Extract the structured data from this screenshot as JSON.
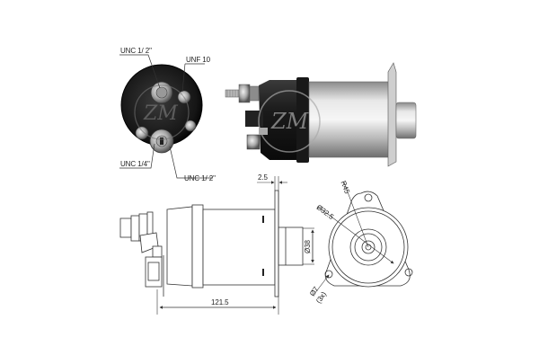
{
  "figure": {
    "subject": "starter solenoid",
    "watermark": "ZM logo",
    "photo_end_view": {
      "callouts": [
        {
          "id": "top_left_stud",
          "label": "UNC 1/ 2\""
        },
        {
          "id": "small_stud",
          "label": "UNF 10"
        },
        {
          "id": "bottom_left_stud",
          "label": "UNC 1/4\""
        },
        {
          "id": "bottom_stud",
          "label": "UNC 1/ 2\""
        }
      ]
    },
    "side_drawing": {
      "flange_thickness": "2.5",
      "overall_length": "121.5",
      "plunger_diameter": "Ø38"
    },
    "front_drawing": {
      "mount_radius": "R45",
      "bore_diameter": "Ø32.5",
      "hole_diameter": "Ø7",
      "hole_count": "(3x)"
    }
  },
  "colors": {
    "line": "#333333",
    "background": "#ffffff",
    "solenoid_dark": "#1c1c1c",
    "metal": "#bdbdbd"
  }
}
